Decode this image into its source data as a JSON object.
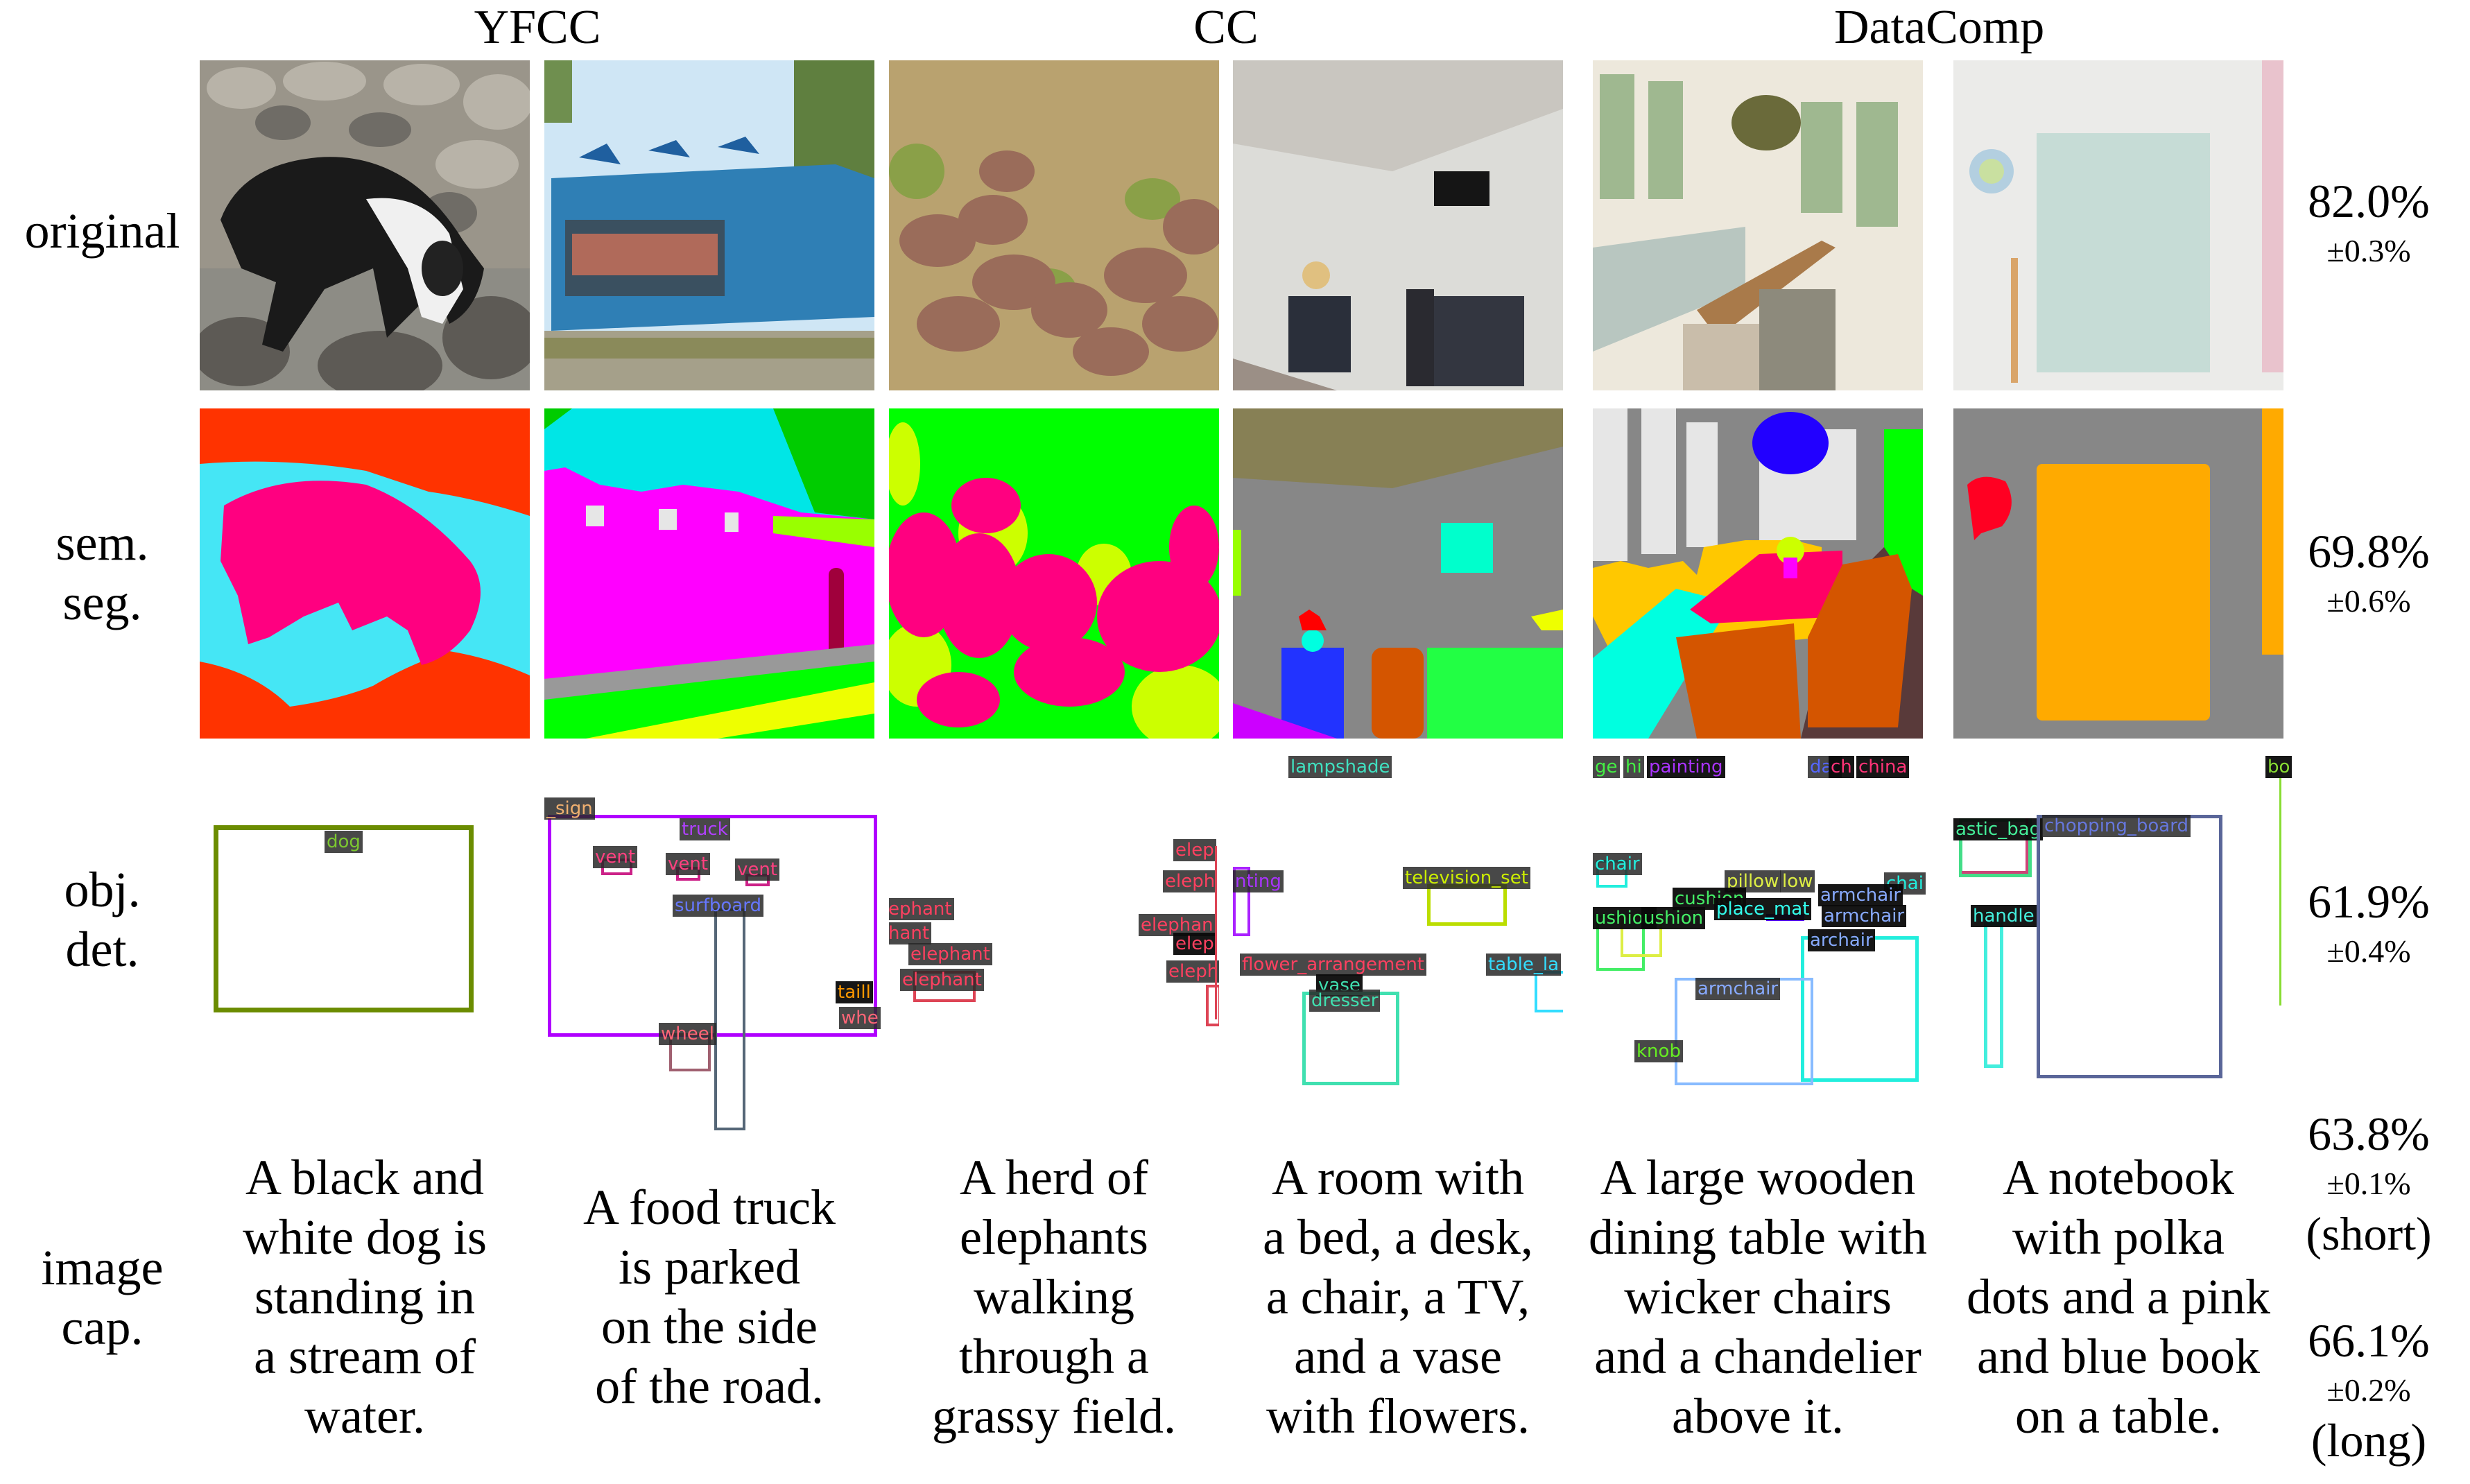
{
  "column_groups": [
    {
      "name": "YFCC"
    },
    {
      "name": "CC"
    },
    {
      "name": "DataComp"
    }
  ],
  "row_labels": {
    "original": "original",
    "seg_line1": "sem.",
    "seg_line2": "seg.",
    "det_line1": "obj.",
    "det_line2": "det.",
    "cap_line1": "image",
    "cap_line2": "cap."
  },
  "images": [
    {
      "group": "YFCC",
      "subject": "black and white dog in a rocky stream"
    },
    {
      "group": "YFCC",
      "subject": "blue food truck parked by road"
    },
    {
      "group": "CC",
      "subject": "herd of elephants in grassy field"
    },
    {
      "group": "CC",
      "subject": "room with dresser, desk, chair, TV"
    },
    {
      "group": "DataComp",
      "subject": "sunroom with wooden table and wicker chairs"
    },
    {
      "group": "DataComp",
      "subject": "polka-dot notebook with pencil and lollipop"
    }
  ],
  "metrics": {
    "original": {
      "value": "82.0%",
      "err": "±0.3%"
    },
    "seg": {
      "value": "69.8%",
      "err": "±0.6%"
    },
    "det": {
      "value": "61.9%",
      "err": "±0.4%"
    },
    "cap_short": {
      "value": "63.8%",
      "err": "±0.1%",
      "tag": "(short)"
    },
    "cap_long": {
      "value": "66.1%",
      "err": "±0.2%",
      "tag": "(long)"
    }
  },
  "captions": [
    [
      "A black and",
      "white dog is",
      "standing in",
      "a stream of",
      "water."
    ],
    [
      "A food truck",
      "is parked",
      "on the side",
      "of the road."
    ],
    [
      "A herd of",
      "elephants",
      "walking",
      "through a",
      "grassy field."
    ],
    [
      "A room with",
      "a bed, a desk,",
      "a chair, a TV,",
      "and a vase",
      "with flowers."
    ],
    [
      "A large wooden",
      "dining table with",
      "wicker chairs",
      "and a chandelier",
      "above it."
    ],
    [
      "A notebook",
      "with polka",
      "dots and a pink",
      "and blue book",
      "on a table."
    ]
  ],
  "seg_colors": {
    "dog": "#ff0080",
    "water": "#45e6f5",
    "rock": "#ff3300",
    "truck": "#ff00ff",
    "sky": "#00e6e6",
    "tree": "#00cc00",
    "road": "#eeff00",
    "grass": "#00ff00",
    "sidewalk": "#999999",
    "elephant": "#ff0080",
    "field": "#00ff00",
    "bush": "#ccff00",
    "wall": "#878787",
    "ceiling": "#878055",
    "tv": "#00ffcc",
    "dresser": "#2233ff",
    "chair": "#d45500",
    "desk": "#22ff44",
    "bed": "#cc00ff",
    "flower": "#ff0000",
    "window": "#e6e6e6",
    "chandelier": "#2200ff",
    "table": "#ff0066",
    "armchair": "#d45500",
    "cushion": "#ffc800",
    "floor": "#593a3a",
    "rug": "#00ffe0",
    "plant": "#00ff00",
    "notebook": "#ffaa00",
    "background": "#878787",
    "lollipop": "#ff0022"
  },
  "detections": [
    {
      "tile": 0,
      "labels": [
        {
          "text": "dog",
          "color": "#7cc830",
          "box": "#6b8c00"
        }
      ]
    },
    {
      "tile": 1,
      "labels": [
        {
          "text": "_sign",
          "color": "#f0b070",
          "box": "#f0b070"
        },
        {
          "text": "truck",
          "color": "#b040ff",
          "box": "#b000ff"
        },
        {
          "text": "vent",
          "color": "#ff4080",
          "box": "#cc2288"
        },
        {
          "text": "vent",
          "color": "#ff4080",
          "box": "#cc2288"
        },
        {
          "text": "vent",
          "color": "#ff4080",
          "box": "#cc2288"
        },
        {
          "text": "surfboard",
          "color": "#6677ff",
          "box": "#556677"
        },
        {
          "text": "wheel",
          "color": "#ff6677",
          "box": "#a06070"
        },
        {
          "text": "taill",
          "color": "#ff9900",
          "box": "#ff9900"
        },
        {
          "text": "whe",
          "color": "#ff6677",
          "box": "#a06070"
        }
      ]
    },
    {
      "tile": 2,
      "labels": [
        {
          "text": "ephant",
          "color": "#ff4060",
          "box": "#dd4455"
        },
        {
          "text": "hant",
          "color": "#ff4060",
          "box": "#dd4455"
        },
        {
          "text": "elephant",
          "color": "#ff4060",
          "box": "#dd4455"
        },
        {
          "text": "elephant",
          "color": "#ff4060",
          "box": "#dd4455"
        },
        {
          "text": "elep",
          "color": "#ff4060",
          "box": "#dd4455"
        },
        {
          "text": "eleph",
          "color": "#ff4060",
          "box": "#dd4455"
        },
        {
          "text": "elephan",
          "color": "#ff4060",
          "box": "#dd4455"
        },
        {
          "text": "elep",
          "color": "#ff4060",
          "box": "#dd4455"
        },
        {
          "text": "eleph",
          "color": "#ff4060",
          "box": "#dd4455"
        }
      ]
    },
    {
      "tile": 3,
      "labels": [
        {
          "text": "lampshade",
          "color": "#40e0c0",
          "box": "#40e0c0"
        },
        {
          "text": "nting",
          "color": "#aa33ff",
          "box": "#aa22ff"
        },
        {
          "text": "television_set",
          "color": "#ccee00",
          "box": "#bbdd00"
        },
        {
          "text": "flower_arrangement",
          "color": "#ff4060",
          "box": "#dd3355"
        },
        {
          "text": "vase",
          "color": "#40e0b0",
          "box": "#40e0b0"
        },
        {
          "text": "dresser",
          "color": "#40e0b0",
          "box": "#40e0b0"
        },
        {
          "text": "table_la",
          "color": "#33ddff",
          "box": "#33ddff"
        }
      ]
    },
    {
      "tile": 4,
      "labels": [
        {
          "text": "ge",
          "color": "#44ee44",
          "box": "#44ee44"
        },
        {
          "text": "hi",
          "color": "#44ee44",
          "box": "#44ee44"
        },
        {
          "text": "painting",
          "color": "#aa33ff",
          "box": "#aa33ff"
        },
        {
          "text": "dar",
          "color": "#5566ff",
          "box": "#5566ff"
        },
        {
          "text": "ch",
          "color": "#ff3377",
          "box": "#ff3377"
        },
        {
          "text": "china",
          "color": "#ff3377",
          "box": "#ff3377"
        },
        {
          "text": "chair",
          "color": "#22eedd",
          "box": "#22eedd"
        },
        {
          "text": "pillow",
          "color": "#ddee44",
          "box": "#ddee44"
        },
        {
          "text": "low",
          "color": "#ddee44",
          "box": "#ddee44"
        },
        {
          "text": "cushion",
          "color": "#44ee66",
          "box": "#44ee66"
        },
        {
          "text": "ushion",
          "color": "#44ee66",
          "box": "#44ee66"
        },
        {
          "text": "ushion",
          "color": "#44ee66",
          "box": "#44ee66"
        },
        {
          "text": "place_mat",
          "color": "#33ffee",
          "box": "#5500ff"
        },
        {
          "text": "chai",
          "color": "#22eedd",
          "box": "#22eedd"
        },
        {
          "text": "armchair",
          "color": "#88aaff",
          "box": "#88aaff"
        },
        {
          "text": "armchair",
          "color": "#88aaff",
          "box": "#88aaff"
        },
        {
          "text": "archair",
          "color": "#88aaff",
          "box": "#22eedd"
        },
        {
          "text": "armchair",
          "color": "#88aaff",
          "box": "#88bbff"
        },
        {
          "text": "knob",
          "color": "#66ee22",
          "box": "#66ee22"
        }
      ]
    },
    {
      "tile": 5,
      "labels": [
        {
          "text": "astic_bag",
          "color": "#44ee99",
          "box": "#44dd88"
        },
        {
          "text": "chopping_board",
          "color": "#6677dd",
          "box": "#5a6699"
        },
        {
          "text": "handle",
          "color": "#44eedd",
          "box": "#44eedd"
        },
        {
          "text": "bo",
          "color": "#88dd33",
          "box": "#88dd33"
        }
      ]
    }
  ]
}
